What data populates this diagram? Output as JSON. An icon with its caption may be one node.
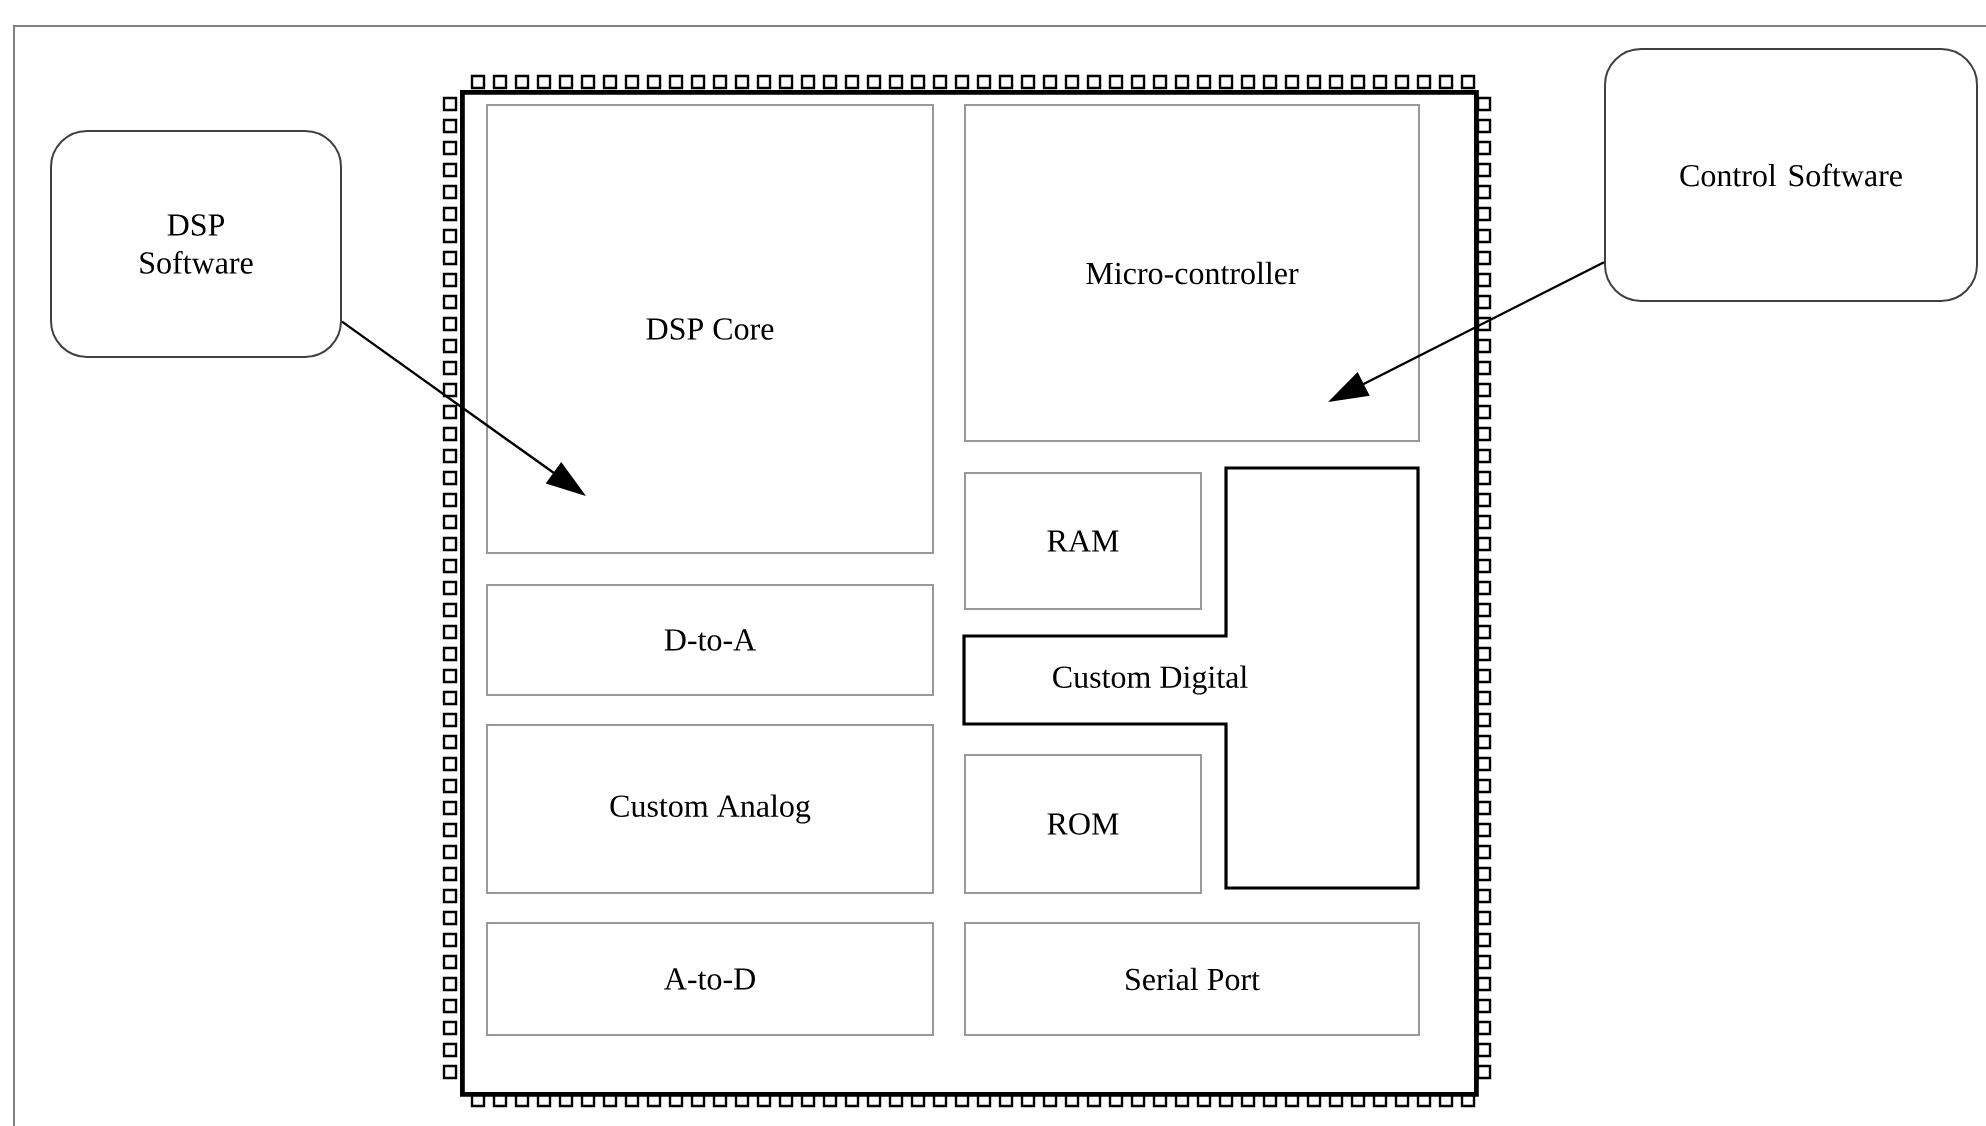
{
  "diagram": {
    "nodes": [
      {
        "text": [],
        "shape": "box"
      },
      {
        "text": [
          "DSP Software"
        ]
      },
      {
        "text": [
          "Control Software"
        ]
      },
      {
        "text": [
          "DSP Core"
        ],
        "in": 0
      },
      {
        "text": [
          "Micro-controller"
        ],
        "in": 0
      },
      {
        "text": [
          "RAM"
        ],
        "in": 0
      },
      {
        "text": [
          "Custom Digital"
        ],
        "in": 0
      },
      {
        "text": [
          "D-to-A"
        ],
        "in": 0
      },
      {
        "text": [
          "Custom Analog"
        ],
        "in": 0
      },
      {
        "text": [
          "ROM"
        ],
        "in": 0
      },
      {
        "text": [
          "A-to-D"
        ],
        "in": 0
      },
      {
        "text": [
          "Serial Port"
        ],
        "in": 0
      }
    ],
    "edges": [
      {
        "from": 1,
        "to": 3,
        "arrow": "to"
      },
      {
        "from": 2,
        "to": 4,
        "arrow": "to"
      }
    ]
  }
}
